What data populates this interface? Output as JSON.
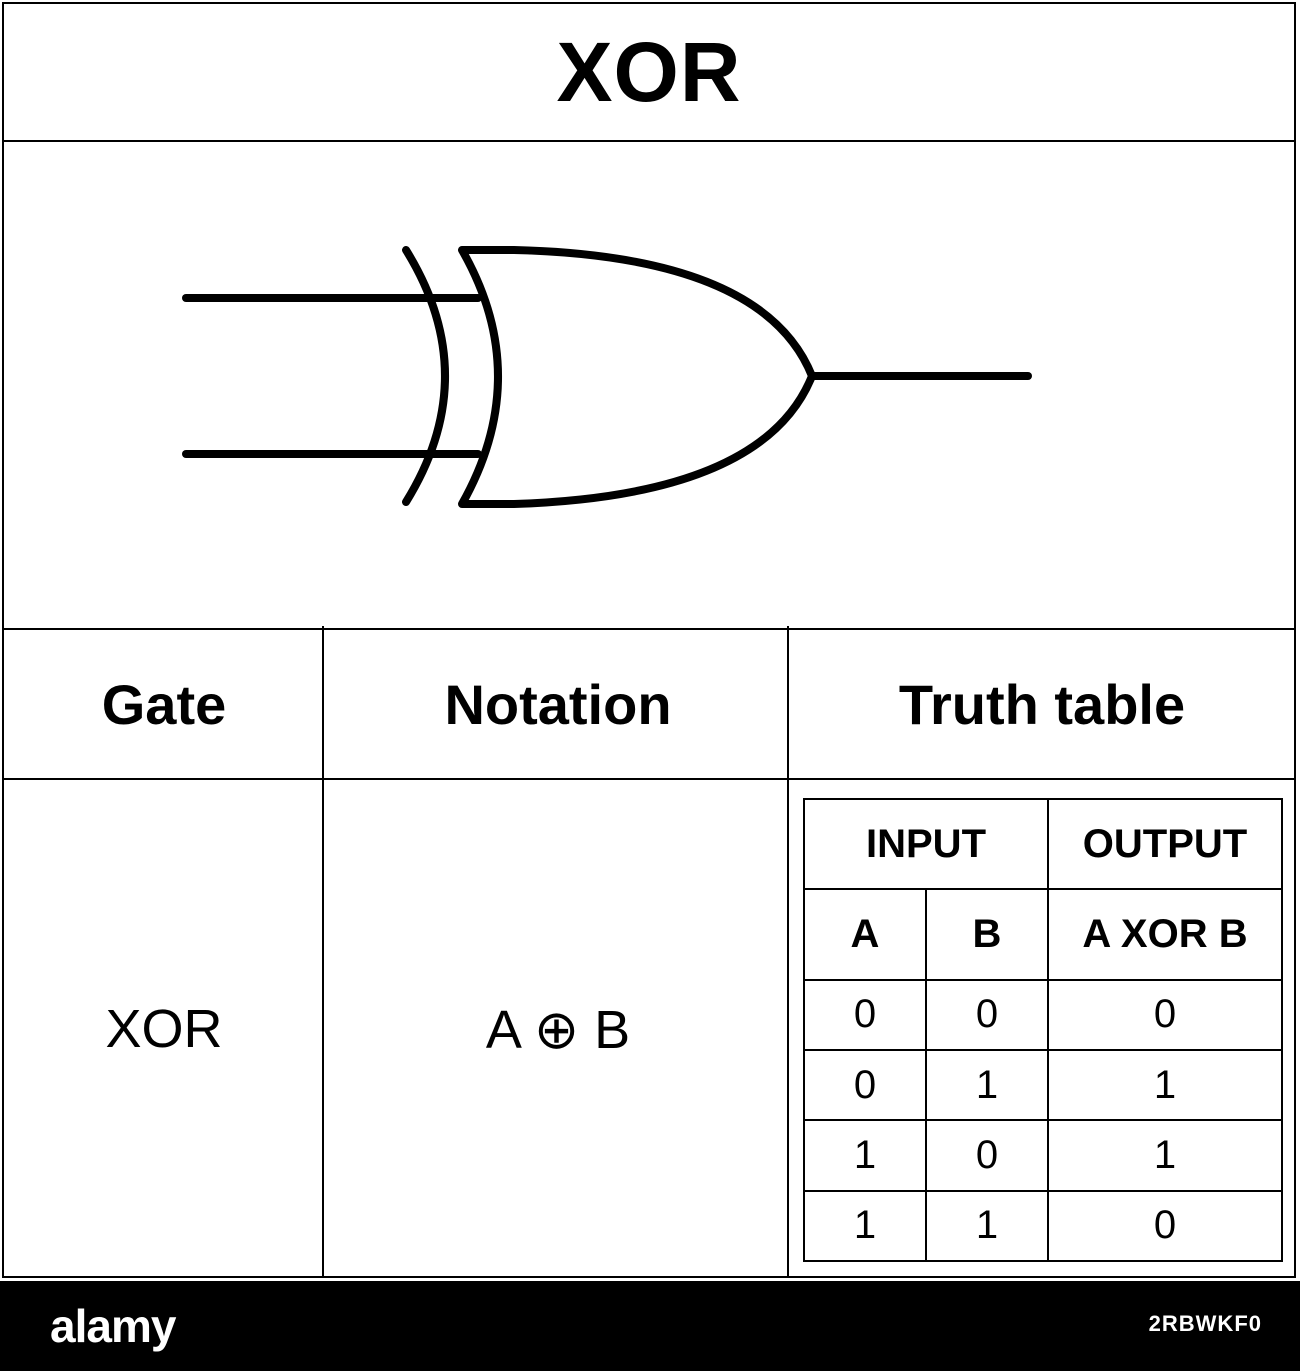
{
  "title": "XOR",
  "headers": {
    "gate": "Gate",
    "notation": "Notation",
    "truth_table": "Truth table"
  },
  "gate_name": "XOR",
  "notation": "A ⊕ B",
  "truth_table": {
    "group_input": "INPUT",
    "group_output": "OUTPUT",
    "col_a": "A",
    "col_b": "B",
    "col_out": "A XOR B",
    "rows": [
      [
        "0",
        "0",
        "0"
      ],
      [
        "0",
        "1",
        "1"
      ],
      [
        "1",
        "0",
        "1"
      ],
      [
        "1",
        "1",
        "0"
      ]
    ]
  },
  "watermark": {
    "brand": "alamy",
    "image_id": "2RBWKF0"
  },
  "symbol_icon": "xor-gate-icon"
}
